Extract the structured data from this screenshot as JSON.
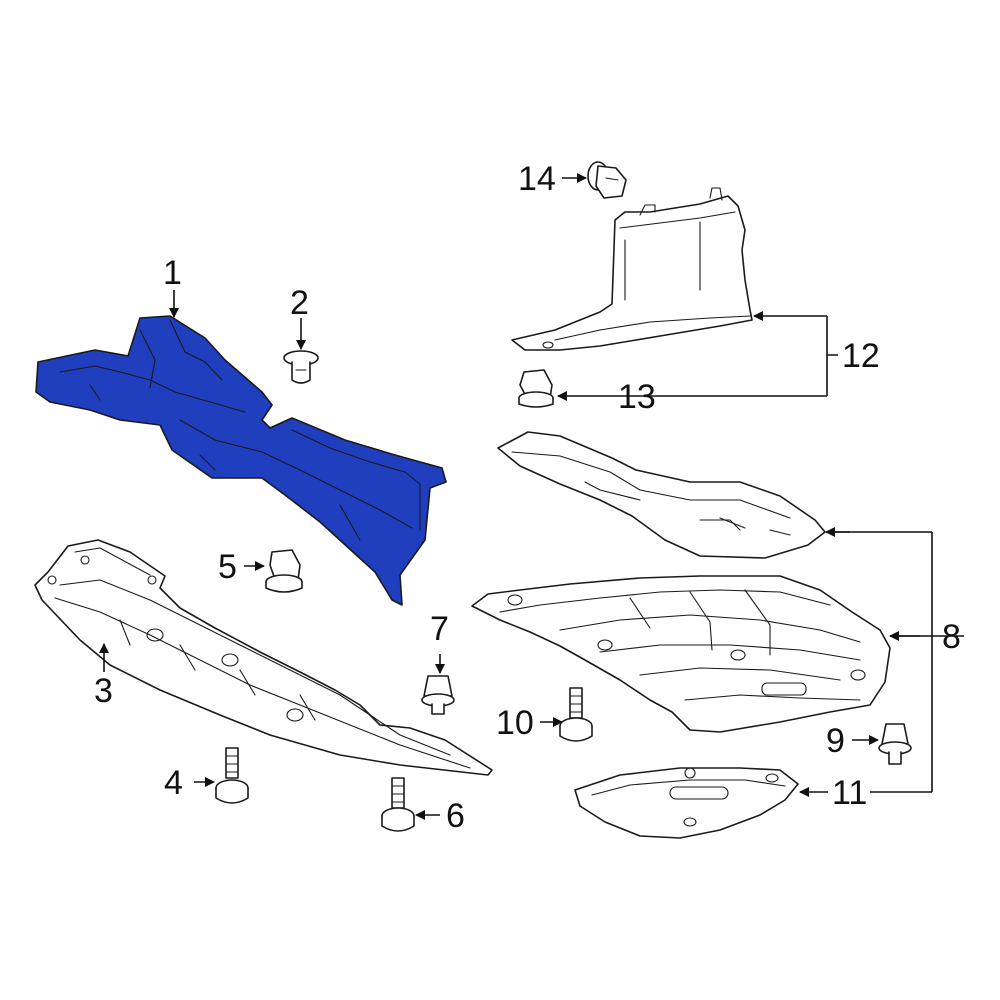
{
  "callouts": [
    "1",
    "2",
    "3",
    "4",
    "5",
    "6",
    "7",
    "8",
    "9",
    "10",
    "11",
    "12",
    "13",
    "14"
  ],
  "colors": {
    "highlight_part": "#1f3fbf",
    "highlight_edge": "#0b1a66",
    "line": "#1a1a1a",
    "part_fill": "#ffffff",
    "background": "#ffffff"
  },
  "icons": [
    "arrowhead"
  ]
}
